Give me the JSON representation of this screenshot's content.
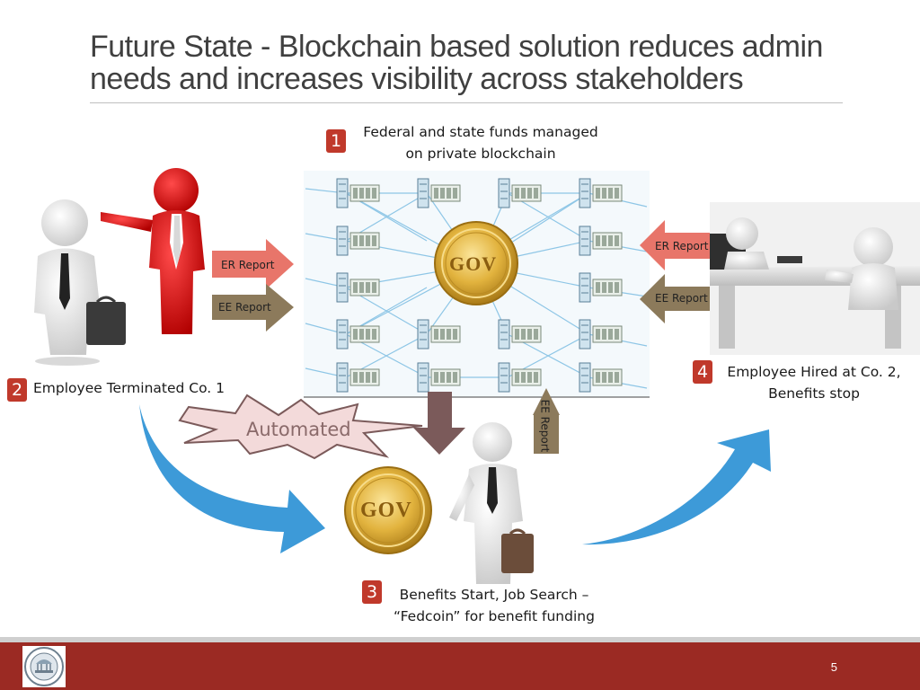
{
  "slide": {
    "title_line1": "Future State - Blockchain based solution reduces admin",
    "title_line2": "needs and increases visibility across stakeholders",
    "page_number": "5"
  },
  "steps": [
    {
      "number": "1",
      "line1": "Federal and state funds managed",
      "line2": "on private blockchain"
    },
    {
      "number": "2",
      "line1": "Employee Terminated Co. 1",
      "line2": ""
    },
    {
      "number": "3",
      "line1": "Benefits Start, Job Search –",
      "line2": "“Fedcoin” for benefit funding"
    },
    {
      "number": "4",
      "line1": "Employee Hired at Co. 2,",
      "line2": "Benefits stop"
    }
  ],
  "arrows": {
    "er_report_left": "ER Report",
    "ee_report_left": "EE Report",
    "er_report_right": "ER Report",
    "ee_report_right": "EE Report",
    "ee_report_bottom": "EE Report"
  },
  "burst_label": "Automated",
  "coin_text": "GOV",
  "colors": {
    "accent_red": "#c0392b",
    "footer": "#9b2a23",
    "er_arrow": "#e8756a",
    "ee_arrow": "#8c7a5b",
    "down_arrow": "#7b5a5a",
    "flow_arrow": "#3d9ad8",
    "coin": "#e2b33e"
  }
}
